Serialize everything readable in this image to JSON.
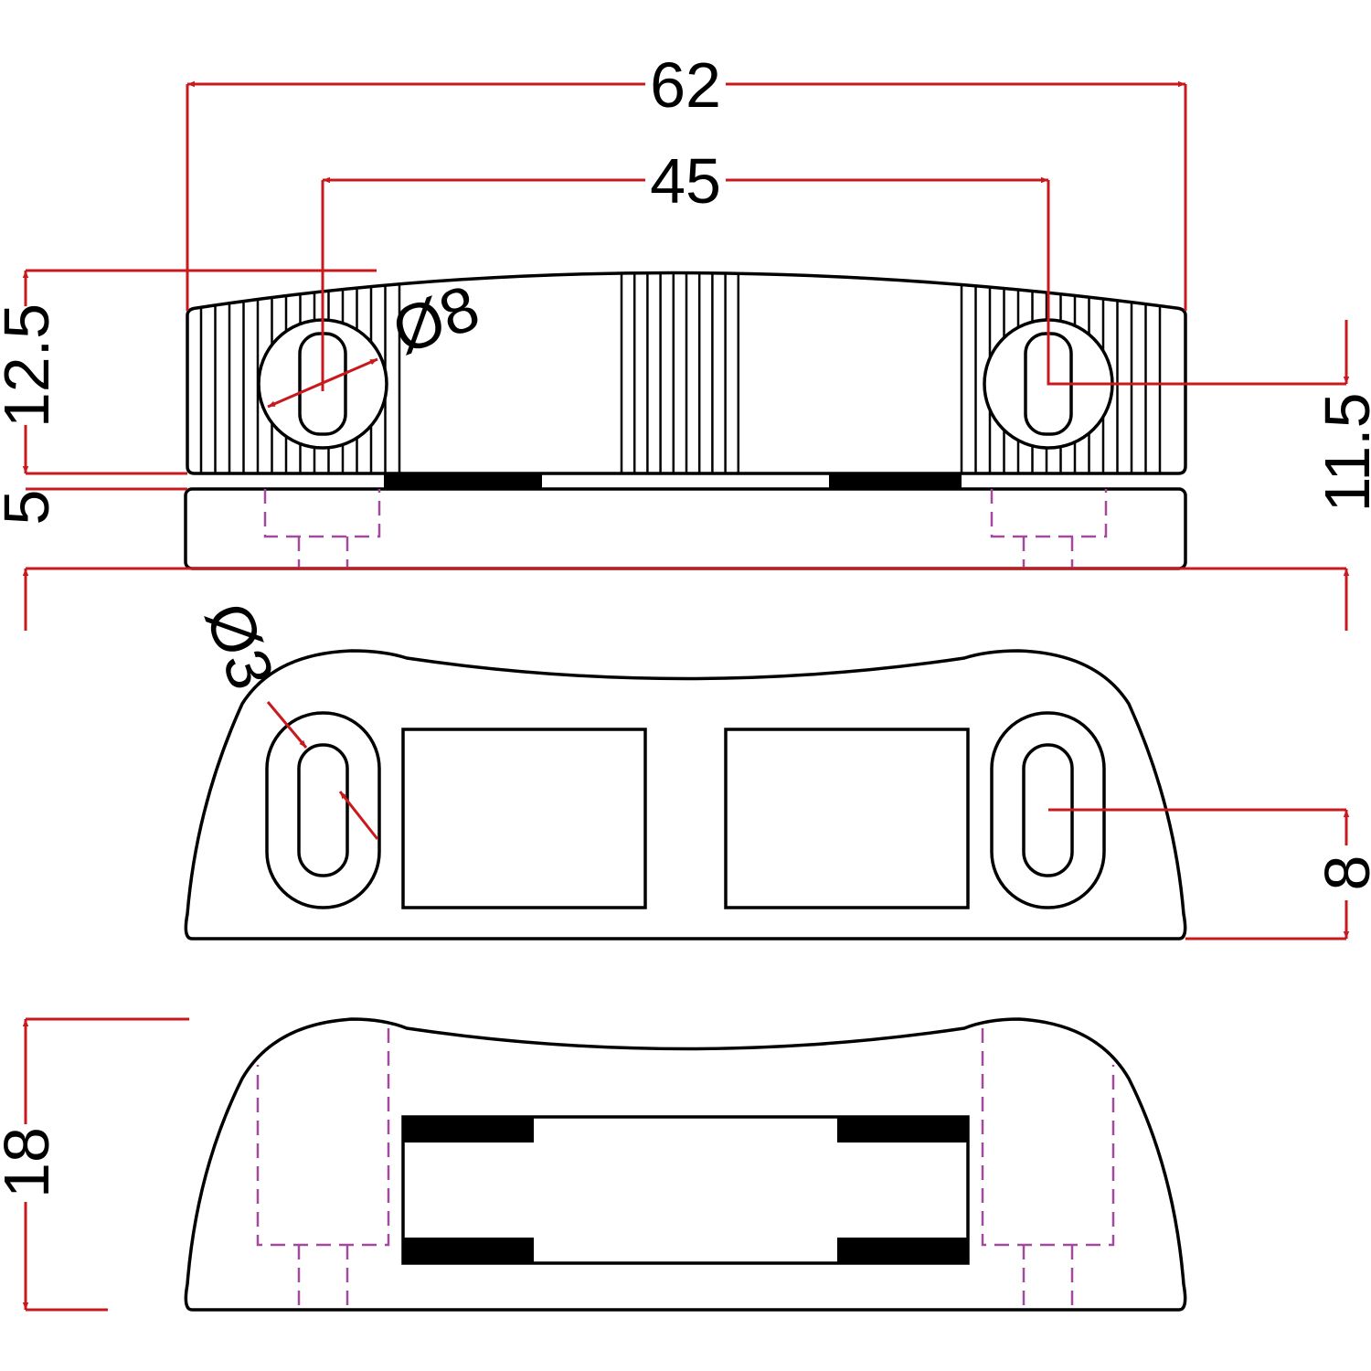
{
  "title": "Fairlead technical drawing",
  "dimensions": {
    "overall_length": "62",
    "hole_spacing": "45",
    "body_height": "12.5",
    "hole_diameter": "Ø8",
    "hole_height": "11.5",
    "base_height": "5",
    "slot_width": "Ø3",
    "slot_offset": "8",
    "depth": "18"
  },
  "colors": {
    "outline": "#000000",
    "dimension": "#c8191e",
    "hidden": "#a14a9e"
  }
}
